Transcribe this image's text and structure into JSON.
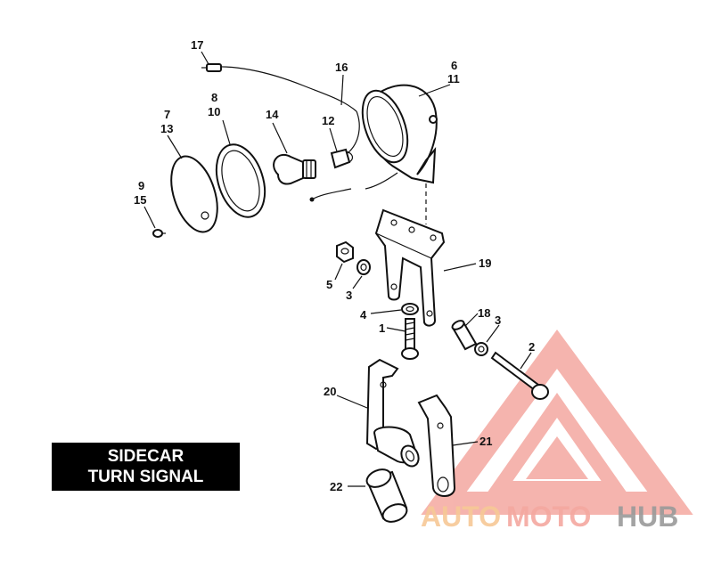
{
  "title": {
    "line1": "SIDECAR",
    "line2": "TURN SIGNAL"
  },
  "callouts": [
    {
      "id": "c17",
      "text": "17"
    },
    {
      "id": "c16",
      "text": "16"
    },
    {
      "id": "c6",
      "text": "6"
    },
    {
      "id": "c11",
      "text": "11"
    },
    {
      "id": "c8",
      "text": "8"
    },
    {
      "id": "c10",
      "text": "10"
    },
    {
      "id": "c14",
      "text": "14"
    },
    {
      "id": "c12",
      "text": "12"
    },
    {
      "id": "c7",
      "text": "7"
    },
    {
      "id": "c13",
      "text": "13"
    },
    {
      "id": "c9",
      "text": "9"
    },
    {
      "id": "c15",
      "text": "15"
    },
    {
      "id": "c19",
      "text": "19"
    },
    {
      "id": "c5",
      "text": "5"
    },
    {
      "id": "c3a",
      "text": "3"
    },
    {
      "id": "c4",
      "text": "4"
    },
    {
      "id": "c18",
      "text": "18"
    },
    {
      "id": "c3b",
      "text": "3"
    },
    {
      "id": "c1",
      "text": "1"
    },
    {
      "id": "c2",
      "text": "2"
    },
    {
      "id": "c20",
      "text": "20"
    },
    {
      "id": "c21",
      "text": "21"
    },
    {
      "id": "c22",
      "text": "22"
    }
  ],
  "watermark": {
    "word1": "AUTO",
    "word2": "MOTO",
    "word3": "HUB",
    "color_primary": "#f4a8a0",
    "color_secondary": "#f7c896",
    "color_tertiary": "#9a9a9a"
  },
  "colors": {
    "ink": "#111111",
    "background": "#ffffff",
    "title_box": "#000000"
  }
}
